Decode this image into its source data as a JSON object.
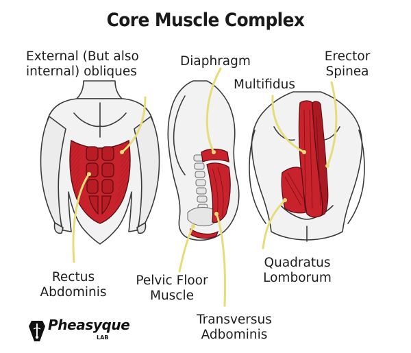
{
  "title": "Core Muscle Complex",
  "labels": {
    "obliques": "External (But also\ninternal) obliques",
    "diaphragm": "Diaphragm",
    "multifidus": "Multifidus",
    "erector": "Erector\nSpinea",
    "rectus": "Rectus\nAbdominis",
    "pelvic": "Pelvic Floor\nMuscle",
    "transversus": "Transversus\nAdbominis",
    "quadratus": "Quadratus\nLomborum"
  },
  "logo": {
    "name": "Pheasyque",
    "sub": "LAB"
  },
  "colors": {
    "muscle": "#c8232c",
    "muscle_dark": "#8f141b",
    "leader": "#e8de7a",
    "outline": "#3a3a3a",
    "skin": "#f1f1f1"
  }
}
